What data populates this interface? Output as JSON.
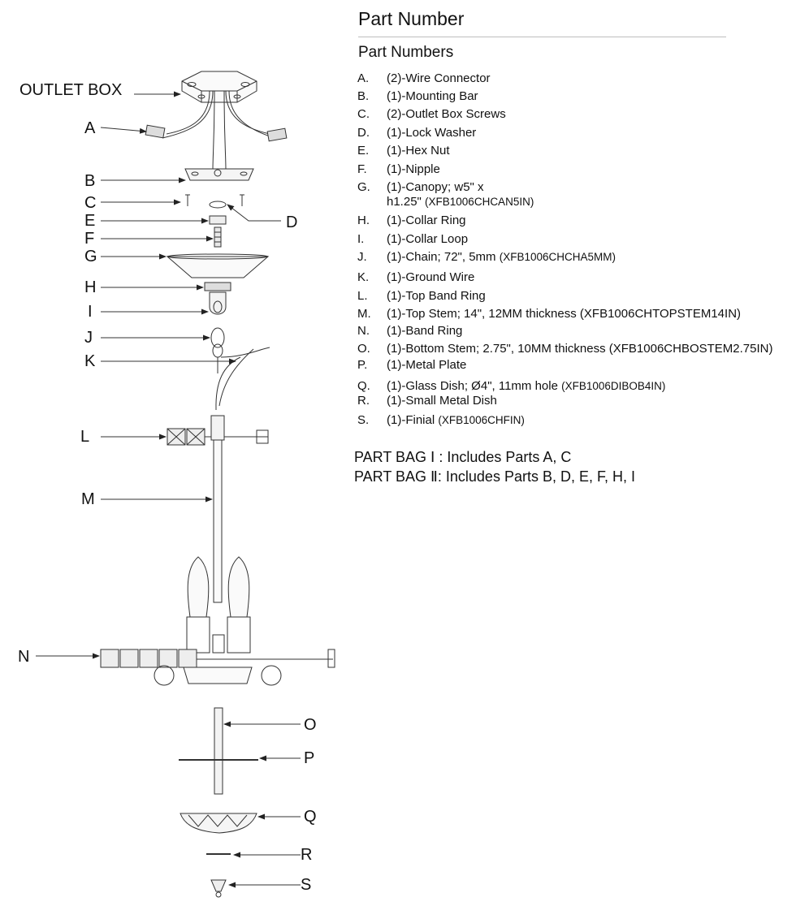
{
  "header": {
    "title": "Part  Number",
    "subtitle": "Part Numbers"
  },
  "callouts": {
    "outlet_box": "OUTLET BOX",
    "A": "A",
    "B": "B",
    "C": "C",
    "D": "D",
    "E": "E",
    "F": "F",
    "G": "G",
    "H": "H",
    "I": "I",
    "J": "J",
    "K": "K",
    "L": "L",
    "M": "M",
    "N": "N",
    "O": "O",
    "P": "P",
    "Q": "Q",
    "R": "R",
    "S": "S"
  },
  "parts": [
    {
      "letter": "A.",
      "desc": "(2)-Wire Connector"
    },
    {
      "letter": "B.",
      "desc": "(1)-Mounting Bar"
    },
    {
      "letter": "C.",
      "desc": "(2)-Outlet Box Screws"
    },
    {
      "letter": "D.",
      "desc": "(1)-Lock Washer"
    },
    {
      "letter": "E.",
      "desc": "(1)-Hex Nut"
    },
    {
      "letter": "F.",
      "desc": "(1)-Nipple"
    },
    {
      "letter": "G.",
      "desc": "(1)-Canopy; w5\" x",
      "desc2": "h1.25\" ",
      "code": "(XFB1006CHCAN5IN)"
    },
    {
      "letter": "H.",
      "desc": "(1)-Collar Ring"
    },
    {
      "letter": "I.",
      "desc": "(1)-Collar Loop"
    },
    {
      "letter": "J.",
      "desc": "(1)-Chain; 72\", 5mm ",
      "code": "(XFB1006CHCHA5MM)"
    },
    {
      "letter": "K.",
      "desc": "(1)-Ground Wire"
    },
    {
      "letter": "L.",
      "desc": "(1)-Top Band Ring"
    },
    {
      "letter": "M.",
      "desc": "(1)-Top Stem; 14\", 12MM thickness (XFB1006CHTOPSTEM14IN)"
    },
    {
      "letter": "N.",
      "desc": "(1)-Band Ring"
    },
    {
      "letter": "O.",
      "desc": "(1)-Bottom Stem; 2.75\", 10MM thickness (XFB1006CHBOSTEM2.75IN)"
    },
    {
      "letter": "P.",
      "desc": "(1)-Metal Plate"
    },
    {
      "letter": "Q.",
      "desc": "(1)-Glass Dish; Ø4\", 11mm hole ",
      "code": "(XFB1006DIBOB4IN)"
    },
    {
      "letter": "R.",
      "desc": "(1)-Small Metal Dish"
    },
    {
      "letter": "S.",
      "desc": "(1)-Finial ",
      "code": "(XFB1006CHFIN)"
    }
  ],
  "part_bags": [
    "PART BAG Ⅰ : Includes Parts A, C",
    "PART BAG Ⅱ: Includes Parts B, D, E, F, H, I"
  ]
}
